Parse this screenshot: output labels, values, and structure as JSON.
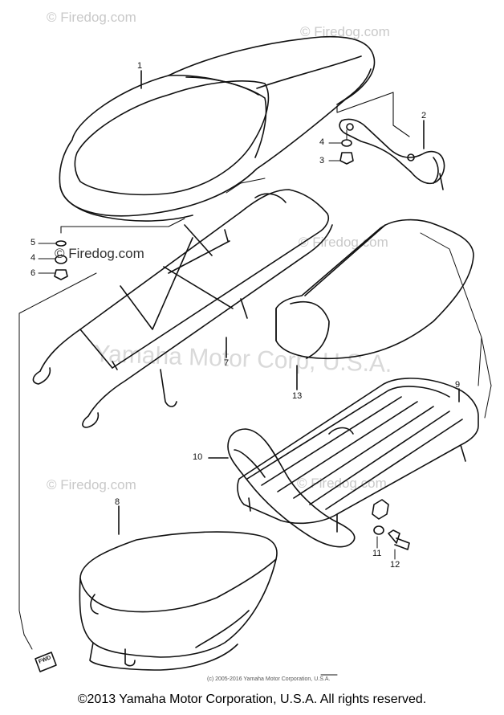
{
  "watermarks": {
    "firedog": "© Firedog.com",
    "firedog_dark": "© Firedog.com",
    "yamaha": "Yamaha Motor Corp, U.S.A."
  },
  "parts": [
    {
      "key": "seat-1",
      "label": "1"
    },
    {
      "key": "bracket-2",
      "label": "2"
    },
    {
      "key": "bolt-3",
      "label": "3"
    },
    {
      "key": "washer-4a",
      "label": "4"
    },
    {
      "key": "washer-5",
      "label": "5"
    },
    {
      "key": "washer-4b",
      "label": "4"
    },
    {
      "key": "nut-6",
      "label": "6"
    },
    {
      "key": "frame-7",
      "label": "7"
    },
    {
      "key": "seat-8",
      "label": "8"
    },
    {
      "key": "rack-9",
      "label": "9"
    },
    {
      "key": "rail-10",
      "label": "10"
    },
    {
      "key": "washer-11",
      "label": "11"
    },
    {
      "key": "bolt-12",
      "label": "12"
    },
    {
      "key": "pad-13",
      "label": "13"
    }
  ],
  "fwd_mark": "FWD",
  "micro_copyright": "(c) 2005-2016 Yamaha Motor Corporation, U.S.A.",
  "footer": "©2013 Yamaha Motor Corporation, U.S.A. All rights reserved."
}
